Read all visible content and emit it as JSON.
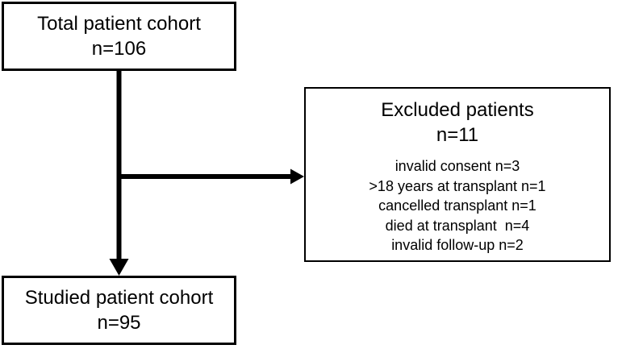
{
  "diagram": {
    "background_color": "#ffffff",
    "line_color": "#000000",
    "text_color": "#000000",
    "boxes": {
      "total": {
        "title": "Total patient cohort",
        "count": "n=106"
      },
      "excluded": {
        "title": "Excluded patients",
        "count": "n=11",
        "reasons": [
          "invalid consent n=3",
          ">18 years at transplant n=1",
          "cancelled transplant n=1",
          "died at transplant  n=4",
          "invalid follow-up n=2"
        ]
      },
      "studied": {
        "title": "Studied patient cohort",
        "count": "n=95"
      }
    }
  }
}
